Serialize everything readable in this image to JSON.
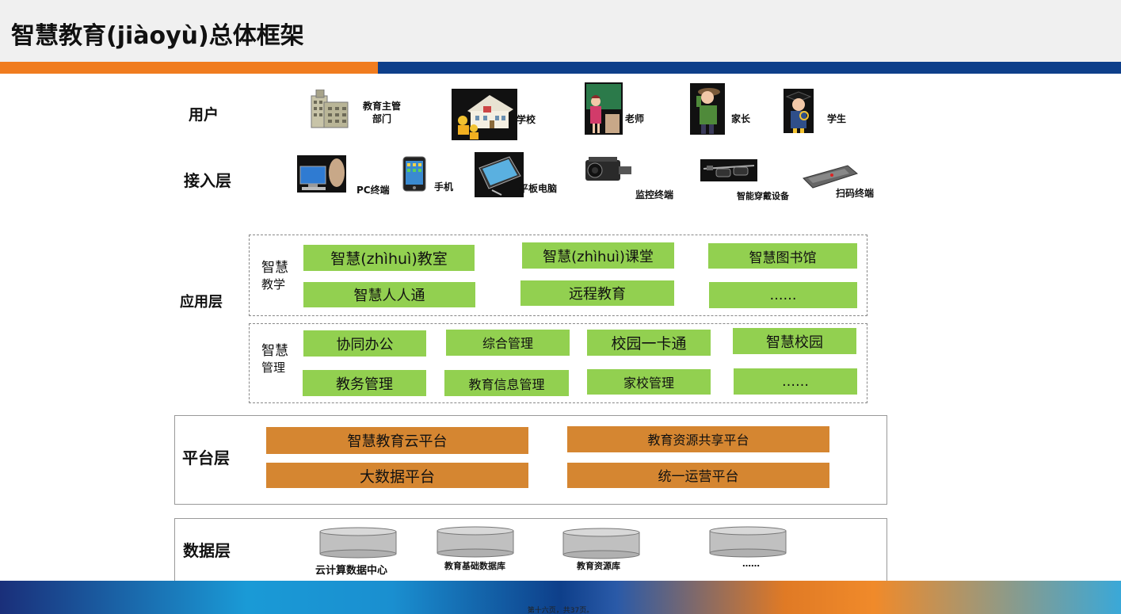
{
  "title": "智慧教育(jiàoyù)总体框架",
  "layers": {
    "user": "用户",
    "access": "接入层",
    "application": "应用层",
    "platform": "平台层",
    "data": "数据层"
  },
  "users": [
    {
      "label_line1": "教育主管",
      "label_line2": "部门",
      "icon": "office-building-icon"
    },
    {
      "label": "学校",
      "icon": "school-icon"
    },
    {
      "label": "老师",
      "icon": "teacher-icon"
    },
    {
      "label": "家长",
      "icon": "parent-icon"
    },
    {
      "label": "学生",
      "icon": "student-icon"
    }
  ],
  "access": [
    {
      "label": "PC终端",
      "icon": "pc-icon"
    },
    {
      "label": "手机",
      "icon": "phone-icon"
    },
    {
      "label": "平板电脑",
      "icon": "tablet-icon"
    },
    {
      "label": "监控终端",
      "icon": "camera-icon"
    },
    {
      "label": "智能穿戴设备",
      "icon": "smart-glasses-icon"
    },
    {
      "label": "扫码终端",
      "icon": "scanner-icon"
    }
  ],
  "teaching": {
    "label_line1": "智慧",
    "label_line2": "教学",
    "items": [
      "智慧(zhìhuì)教室",
      "智慧(zhìhuì)课堂",
      "智慧图书馆",
      "智慧人人通",
      "远程教育",
      "……"
    ]
  },
  "management": {
    "label_line1": "智慧",
    "label_line2": "管理",
    "items": [
      "协同办公",
      "综合管理",
      "校园一卡通",
      "智慧校园",
      "教务管理",
      "教育信息管理",
      "家校管理",
      "……"
    ]
  },
  "platform": {
    "items": [
      "智慧教育云平台",
      "教育资源共享平台",
      "大数据平台",
      "统一运营平台"
    ]
  },
  "data": {
    "items": [
      "云计算数据中心",
      "教育基础数据库",
      "教育资源库",
      "……"
    ]
  },
  "footer": "第十六页，共37页。",
  "colors": {
    "green_box": "#92d050",
    "orange_box": "#d58631",
    "stripe_orange": "#f07c1f",
    "stripe_blue": "#0e3f8a"
  }
}
